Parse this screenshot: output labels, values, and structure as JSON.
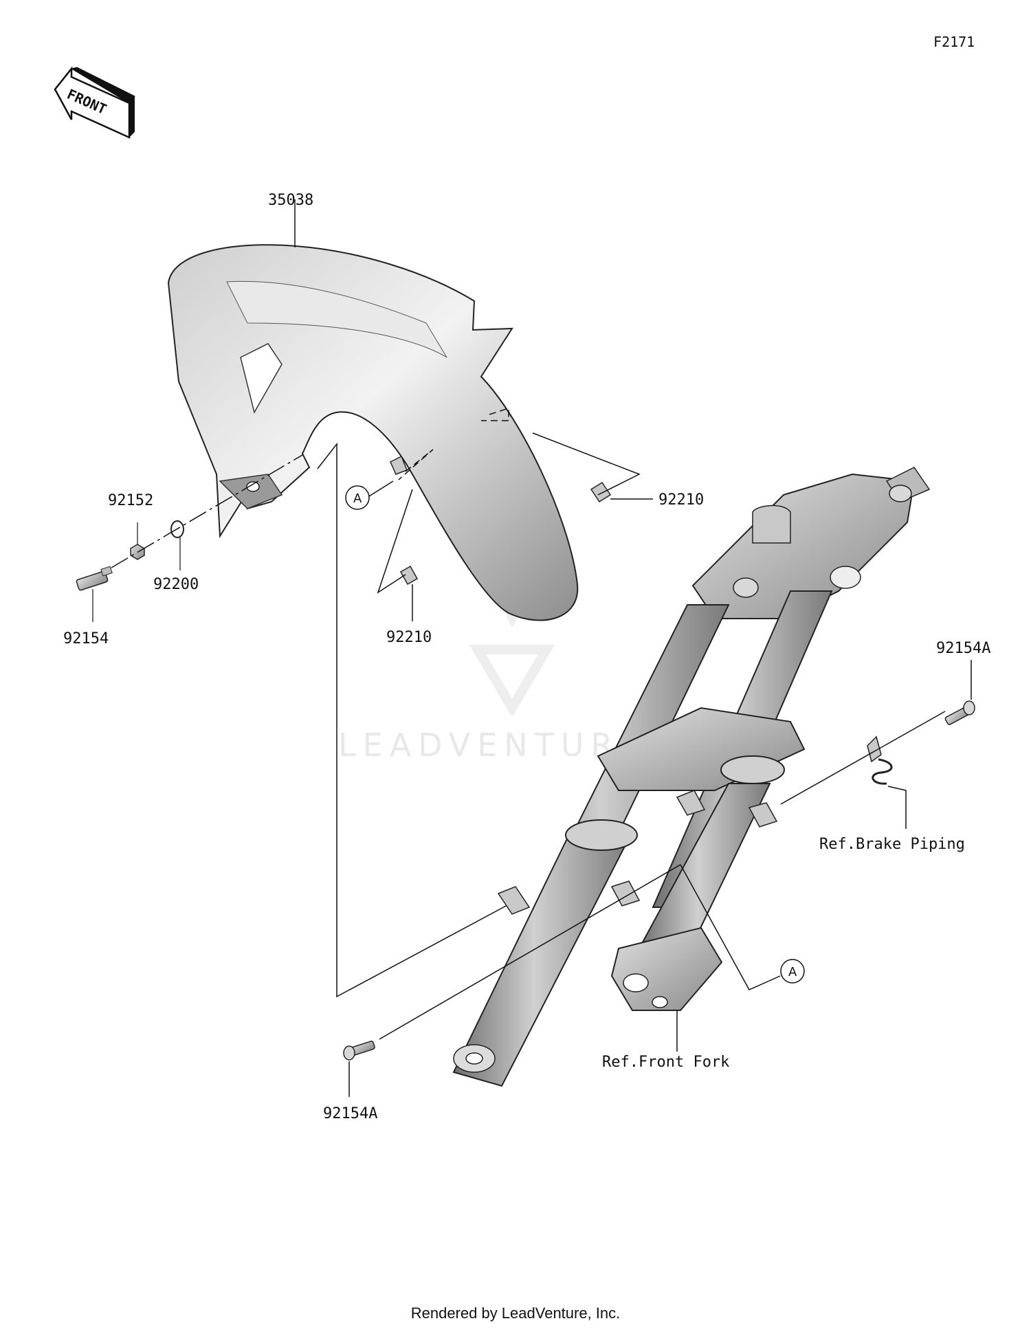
{
  "diagram_code": "F2171",
  "front_arrow_text": "FRONT",
  "parts": {
    "fender": "35038",
    "nut": "92152",
    "washer": "92200",
    "bolt": "92154",
    "clip_right": "92210",
    "clip_lower": "92210",
    "bolt_a_right": "92154A",
    "bolt_a_lower": "92154A"
  },
  "refs": {
    "brake_piping": "Ref.Brake Piping",
    "front_fork": "Ref.Front Fork"
  },
  "callouts": {
    "a_upper": "A",
    "a_lower": "A"
  },
  "watermark": "LEADVENTURE",
  "footer": "Rendered by LeadVenture, Inc."
}
